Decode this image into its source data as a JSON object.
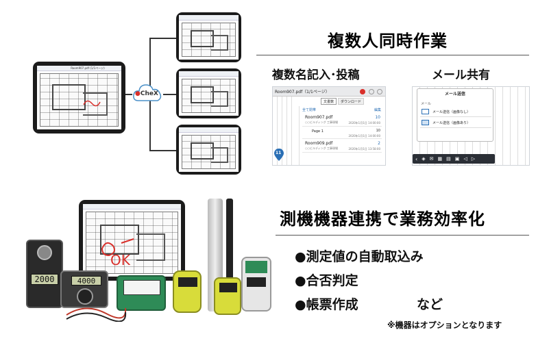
{
  "cloud_logo": "CheX",
  "tablet_title": "Room907.pdf (1/1ページ)",
  "section1": {
    "title": "複数人同時作業",
    "sub_left": "複数名記入･投稿",
    "sub_right": "メール共有"
  },
  "doc_panel": {
    "window_title": "Room907.pdf（1/1ページ）",
    "tab_files": "文書数",
    "tab_download": "ダウンロード",
    "close_label": "全て閉帯",
    "edit_label": "編集",
    "rows": [
      {
        "name": "Room907.pdf",
        "sub": "○○ビルディング 工事現場",
        "count": "10",
        "date": "2020年1月1日 14:00:00"
      },
      {
        "name": "Page 1",
        "sub": "",
        "count": "10",
        "date": "2020年1月1日 14:00:00"
      },
      {
        "name": "Room909.pdf",
        "sub": "○○ビルディング 工事現場",
        "count": "2",
        "date": "2020年1月1日 13:58:00"
      }
    ],
    "pin_number": "11"
  },
  "mail_panel": {
    "header": "メール送信",
    "section_label": "メール",
    "items": [
      "メール送信（画像なし）",
      "メール送信（画像あり）"
    ]
  },
  "section2": {
    "title": "測機機器連携で業務効率化",
    "bullets": [
      "●測定値の自動取込み",
      "●合否判定",
      "●帳票作成"
    ],
    "bullet_tail": "など",
    "note": "※機器はオプションとなります"
  },
  "instruments": {
    "lux_meter_reading": "2000",
    "multimeter_reading": "4000",
    "annotation": "OK"
  },
  "colors": {
    "logo_red": "#d9302b",
    "cloud_blue": "#4a90c8",
    "mail_toolbar": "#2b2f36",
    "instrument_yellow": "#d8dc3a",
    "instrument_green": "#2e8b57"
  }
}
